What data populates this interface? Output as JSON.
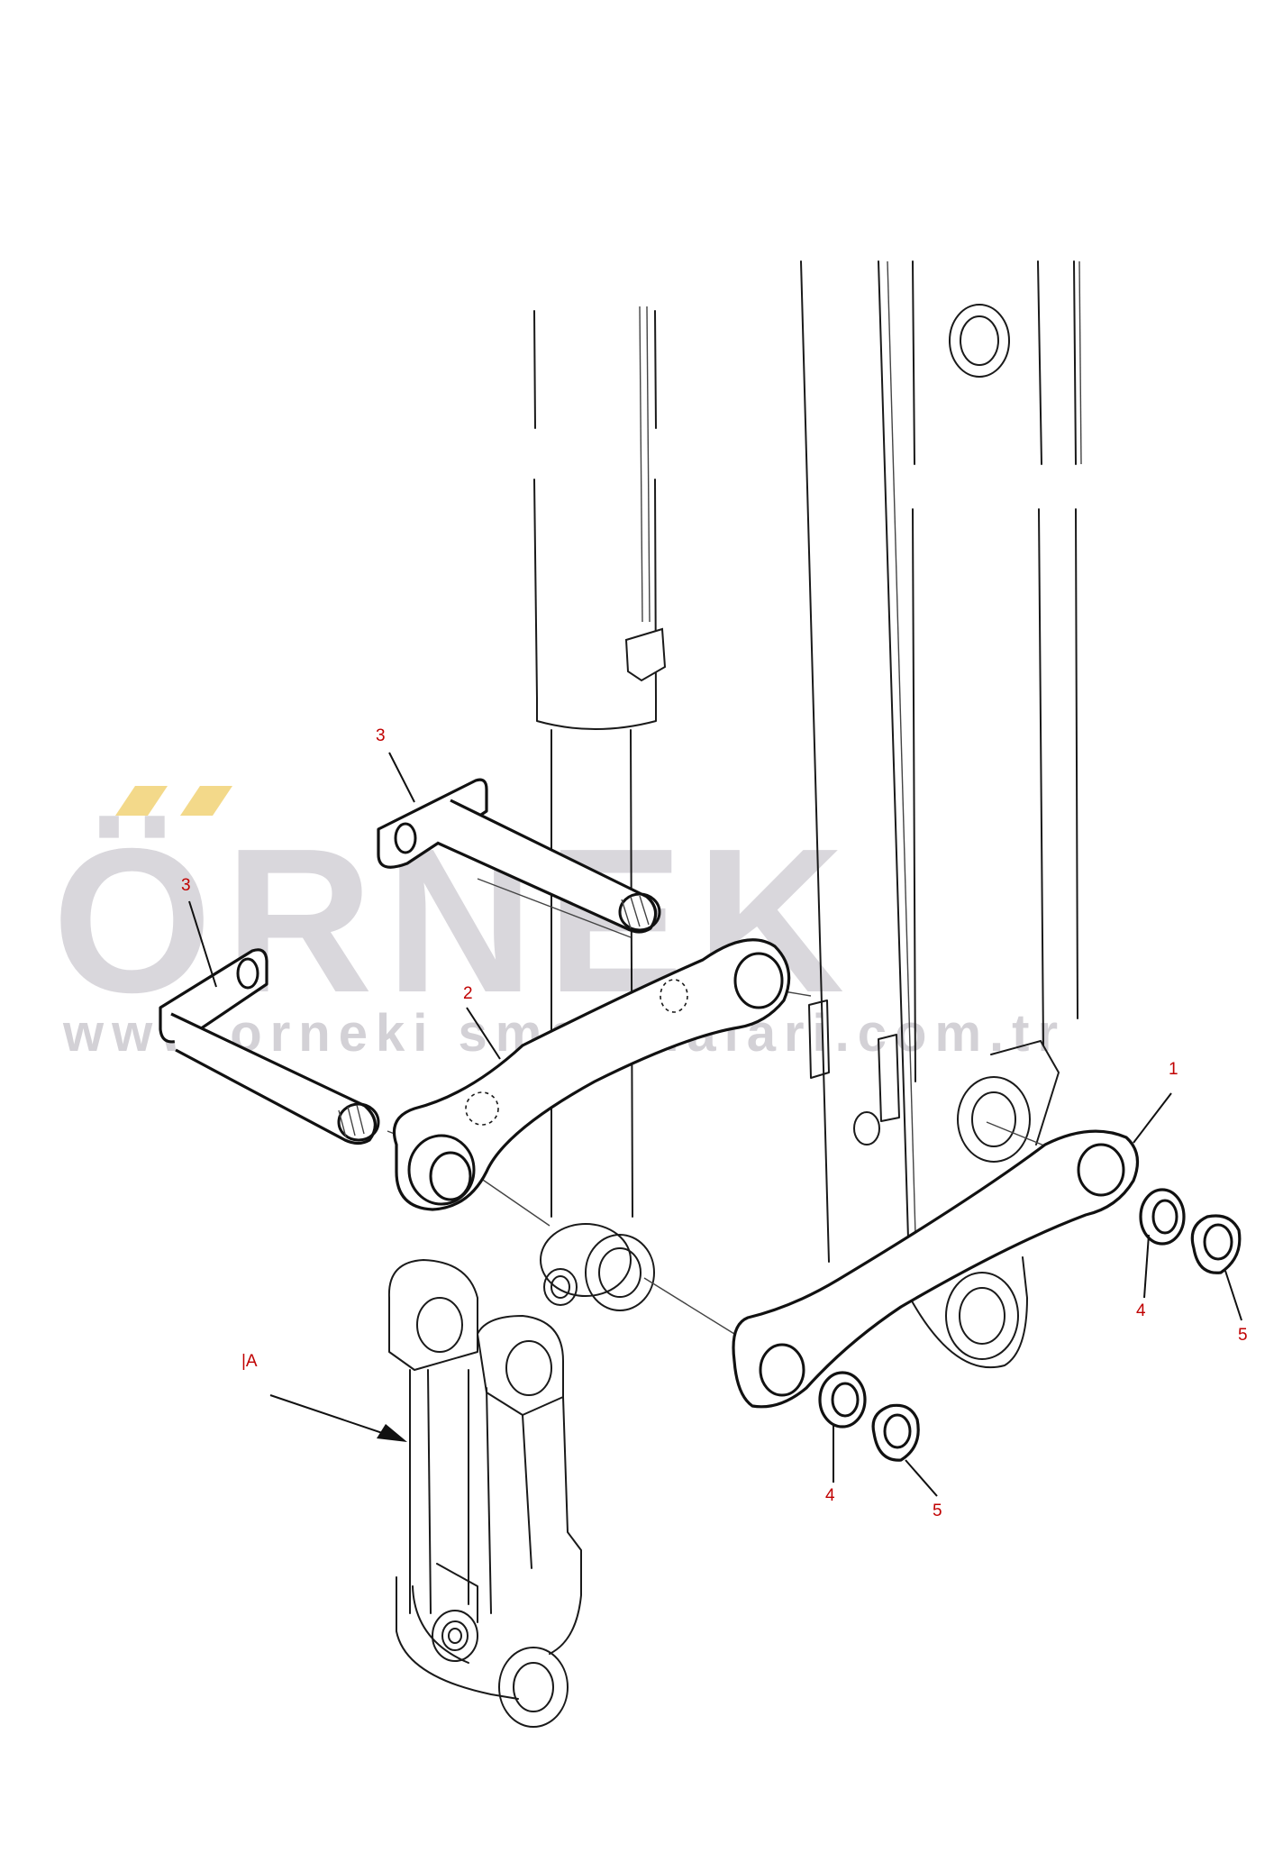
{
  "watermark": {
    "brand": "ÖRNEK",
    "url": "www.orneki smakinalari.com.tr",
    "accent_color": "#f3d98a",
    "text_color": "#d9d7dc"
  },
  "callouts": {
    "c1": "1",
    "c2": "2",
    "c3_top": "3",
    "c3_left": "3",
    "c4_right": "4",
    "c4_bottom": "4",
    "c5_right": "5",
    "c5_bottom": "5"
  },
  "view_label": "|A",
  "colors": {
    "callout": "#c00000",
    "line": "#1a1a1a"
  }
}
